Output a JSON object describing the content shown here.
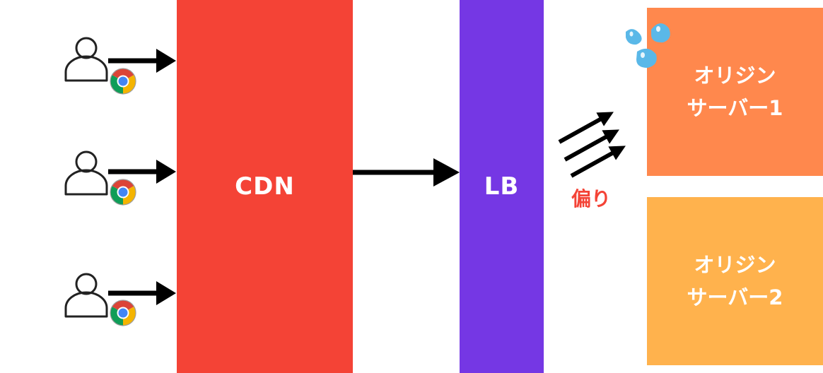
{
  "diagram": {
    "cdn_label": "CDN",
    "lb_label": "LB",
    "origin1": {
      "line1": "オリジン",
      "line2": "サーバー1"
    },
    "origin2": {
      "line1": "オリジン",
      "line2": "サーバー2"
    },
    "bias_label": "偏り"
  },
  "icons": {
    "user": "user-outline-icon",
    "browser": "chrome-browser-icon",
    "sweat": "sweat-drops-emoji-icon"
  },
  "colors": {
    "cdn": "#f44336",
    "lb": "#7537e4",
    "origin1": "#ff884d",
    "origin2": "#ffb24d",
    "bias_text": "#f44336",
    "arrows": "#000000"
  }
}
